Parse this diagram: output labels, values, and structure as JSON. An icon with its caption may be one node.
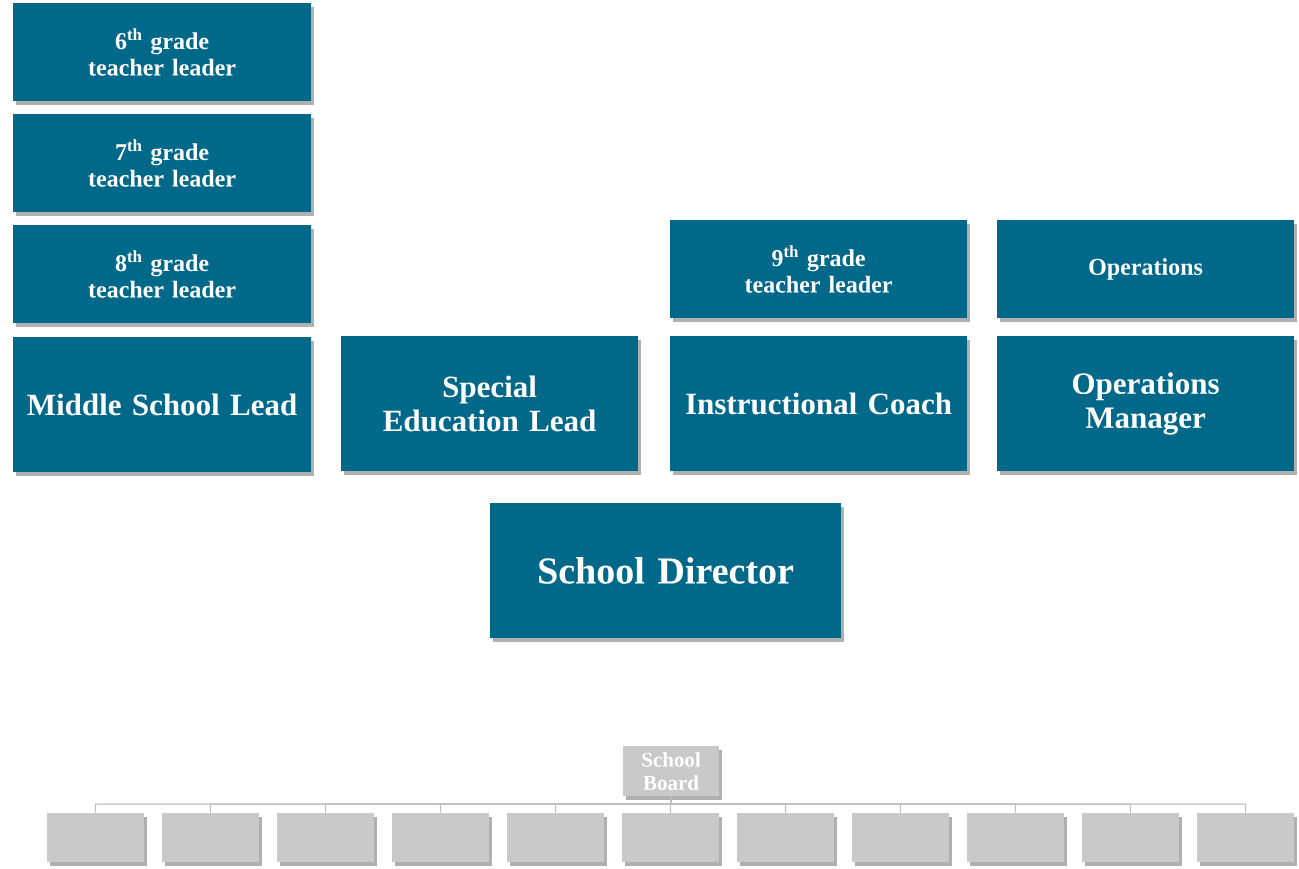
{
  "diagram": {
    "nodes": [
      {
        "text": [
          "6$^{th}$ grade teacher leader"
        ]
      },
      {
        "text": [
          "7$^{th}$ grade teacher leader"
        ]
      },
      {
        "text": [
          "8$^{th}$ grade teacher leader"
        ]
      },
      {
        "text": [
          "9$^{th}$ grade teacher leader"
        ]
      },
      {
        "text": [
          "Operations"
        ]
      },
      {
        "text": [
          "Middle School Lead"
        ]
      },
      {
        "text": [
          "Special Education Lead"
        ]
      },
      {
        "text": [
          "Instructional Coach"
        ]
      },
      {
        "text": [
          "Operations Manager"
        ]
      },
      {
        "text": [
          "School Director"
        ]
      },
      {
        "text": [
          "School Board"
        ]
      },
      {
        "text": [],
        "shape": "box"
      },
      {
        "text": [],
        "shape": "box"
      },
      {
        "text": [],
        "shape": "box"
      },
      {
        "text": [],
        "shape": "box"
      },
      {
        "text": [],
        "shape": "box"
      },
      {
        "text": [],
        "shape": "box"
      },
      {
        "text": [],
        "shape": "box"
      },
      {
        "text": [],
        "shape": "box"
      },
      {
        "text": [],
        "shape": "box"
      },
      {
        "text": [],
        "shape": "box"
      },
      {
        "text": [],
        "shape": "box"
      }
    ],
    "edges": [
      {
        "from": 10,
        "to": 11,
        "arrow": "none"
      },
      {
        "from": 10,
        "to": 12,
        "arrow": "none"
      },
      {
        "from": 10,
        "to": 13,
        "arrow": "none"
      },
      {
        "from": 10,
        "to": 14,
        "arrow": "none"
      },
      {
        "from": 10,
        "to": 15,
        "arrow": "none"
      },
      {
        "from": 10,
        "to": 16,
        "arrow": "none"
      },
      {
        "from": 10,
        "to": 17,
        "arrow": "none"
      },
      {
        "from": 10,
        "to": 18,
        "arrow": "none"
      },
      {
        "from": 10,
        "to": 19,
        "arrow": "none"
      },
      {
        "from": 10,
        "to": 20,
        "arrow": "none"
      },
      {
        "from": 10,
        "to": 21,
        "arrow": "none"
      }
    ]
  }
}
